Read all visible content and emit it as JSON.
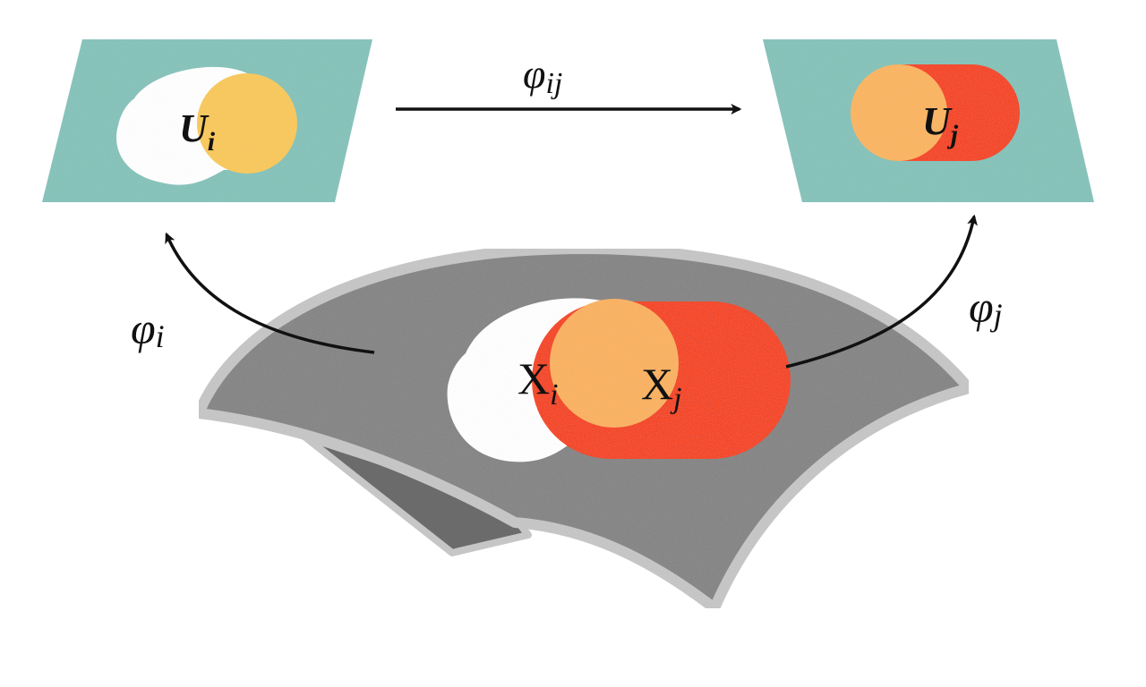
{
  "labels": {
    "top_map": {
      "base": "φ",
      "sub": "ij"
    },
    "left_map": {
      "base": "φ",
      "sub": "i"
    },
    "right_map": {
      "base": "φ",
      "sub": "j"
    },
    "chart_left": {
      "base": "U",
      "sub": "i"
    },
    "chart_right": {
      "base": "U",
      "sub": "j"
    },
    "manifold_left": {
      "base": "X",
      "sub": "i"
    },
    "manifold_right": {
      "base": "X",
      "sub": "j"
    }
  },
  "colors": {
    "chart_background": "#85C3BA",
    "manifold_fill": "#858585",
    "manifold_border": "#C6C6C6",
    "manifold_back_sheet": "#6B6B6B",
    "region_white": "#FFFFFF",
    "overlap_orange_top": "#F9C95A",
    "overlap_orange_right": "#FBB560",
    "region_red": "#F54523",
    "overlap_orange_manifold": "#FBB260",
    "arrow": "#111111",
    "text": "#111111"
  }
}
